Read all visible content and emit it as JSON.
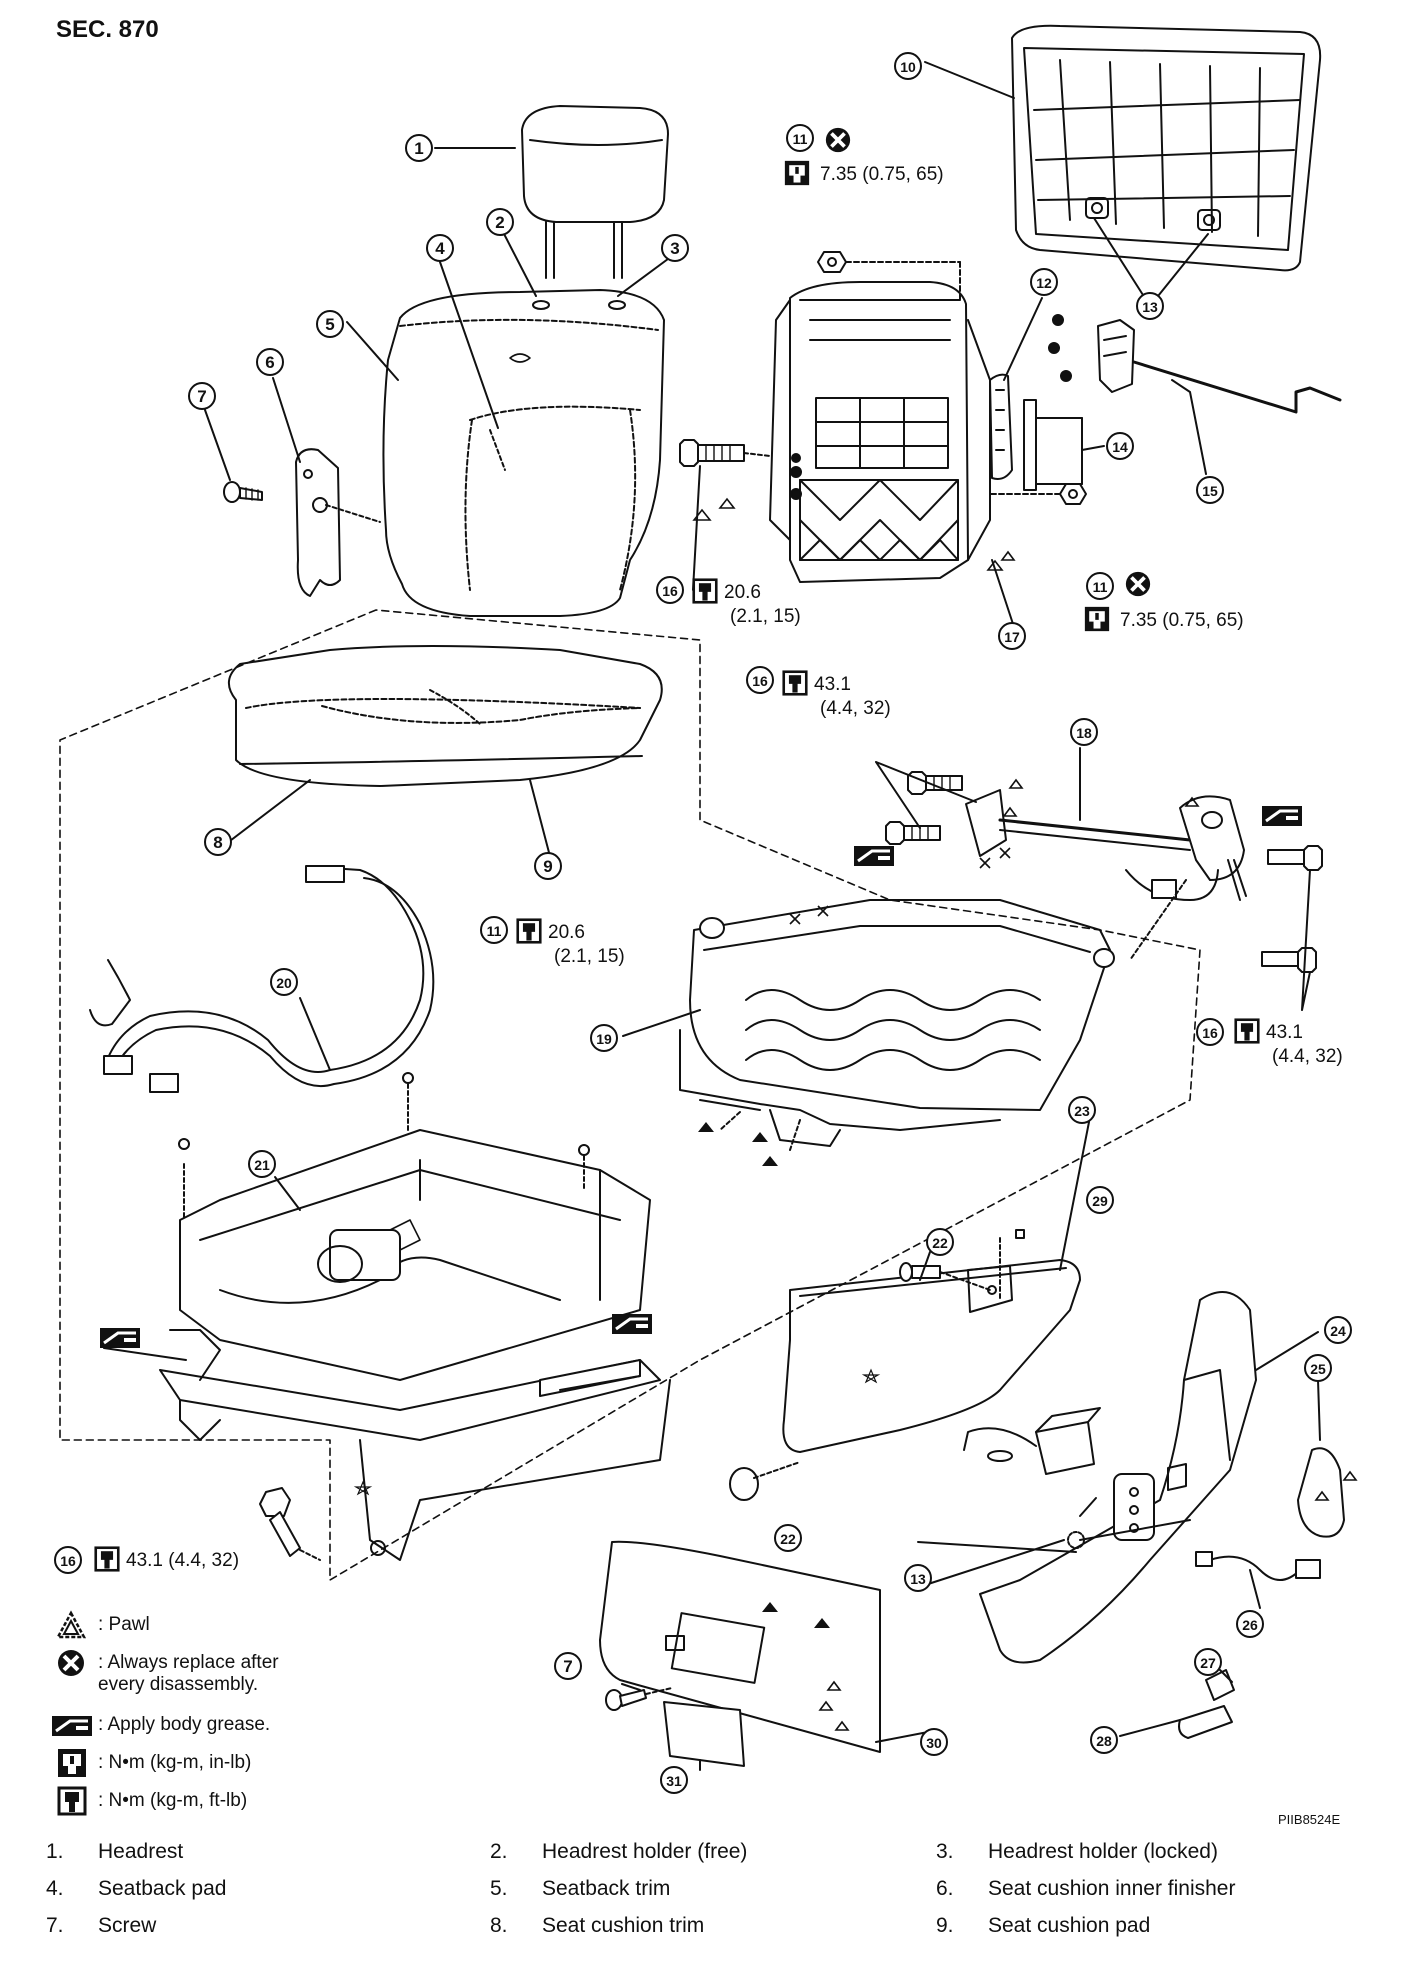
{
  "header": {
    "section": "SEC. 870"
  },
  "figure_id": "PIIB8524E",
  "callouts": [
    {
      "id": "c1",
      "num": "1"
    },
    {
      "id": "c2",
      "num": "2"
    },
    {
      "id": "c3",
      "num": "3"
    },
    {
      "id": "c4",
      "num": "4"
    },
    {
      "id": "c5",
      "num": "5"
    },
    {
      "id": "c6",
      "num": "6"
    },
    {
      "id": "c7a",
      "num": "7"
    },
    {
      "id": "c7b",
      "num": "7"
    },
    {
      "id": "c8",
      "num": "8"
    },
    {
      "id": "c9",
      "num": "9"
    },
    {
      "id": "c10",
      "num": "10"
    },
    {
      "id": "c11a",
      "num": "11"
    },
    {
      "id": "c11b",
      "num": "11"
    },
    {
      "id": "c11c",
      "num": "11"
    },
    {
      "id": "c12",
      "num": "12"
    },
    {
      "id": "c13a",
      "num": "13"
    },
    {
      "id": "c13b",
      "num": "13"
    },
    {
      "id": "c14",
      "num": "14"
    },
    {
      "id": "c15",
      "num": "15"
    },
    {
      "id": "c16a",
      "num": "16"
    },
    {
      "id": "c16b",
      "num": "16"
    },
    {
      "id": "c16c",
      "num": "16"
    },
    {
      "id": "c16d",
      "num": "16"
    },
    {
      "id": "c17",
      "num": "17"
    },
    {
      "id": "c18",
      "num": "18"
    },
    {
      "id": "c19",
      "num": "19"
    },
    {
      "id": "c20",
      "num": "20"
    },
    {
      "id": "c21",
      "num": "21"
    },
    {
      "id": "c22a",
      "num": "22"
    },
    {
      "id": "c22b",
      "num": "22"
    },
    {
      "id": "c23",
      "num": "23"
    },
    {
      "id": "c24",
      "num": "24"
    },
    {
      "id": "c25",
      "num": "25"
    },
    {
      "id": "c26",
      "num": "26"
    },
    {
      "id": "c27",
      "num": "27"
    },
    {
      "id": "c28",
      "num": "28"
    },
    {
      "id": "c29",
      "num": "29"
    },
    {
      "id": "c30",
      "num": "30"
    },
    {
      "id": "c31",
      "num": "31"
    }
  ],
  "torques": {
    "t11_top": "7.35 (0.75, 65)",
    "t11_right": "7.35 (0.75, 65)",
    "t16_back_a": "20.6",
    "t16_back_b": "(2.1, 15)",
    "t16_rail_a": "43.1",
    "t16_rail_b": "(4.4, 32)",
    "t11_frame_a": "20.6",
    "t11_frame_b": "(2.1, 15)",
    "t16_right_a": "43.1",
    "t16_right_b": "(4.4, 32)",
    "t16_bottom": "43.1 (4.4, 32)"
  },
  "legend": [
    {
      "symbol": "pawl-icon",
      "text": ": Pawl"
    },
    {
      "symbol": "replace-icon",
      "text": ": Always replace after\nevery disassembly."
    },
    {
      "symbol": "grease-icon",
      "text": ": Apply body grease."
    },
    {
      "symbol": "torque-inlb-icon",
      "text": ": N•m (kg-m, in-lb)"
    },
    {
      "symbol": "torque-ftlb-icon",
      "text": ": N•m (kg-m, ft-lb)"
    }
  ],
  "parts": [
    {
      "num": "1.",
      "name": "Headrest"
    },
    {
      "num": "2.",
      "name": "Headrest holder (free)"
    },
    {
      "num": "3.",
      "name": "Headrest holder (locked)"
    },
    {
      "num": "4.",
      "name": "Seatback pad"
    },
    {
      "num": "5.",
      "name": "Seatback trim"
    },
    {
      "num": "6.",
      "name": "Seat cushion inner finisher"
    },
    {
      "num": "7.",
      "name": "Screw"
    },
    {
      "num": "8.",
      "name": "Seat cushion trim"
    },
    {
      "num": "9.",
      "name": "Seat cushion pad"
    }
  ]
}
